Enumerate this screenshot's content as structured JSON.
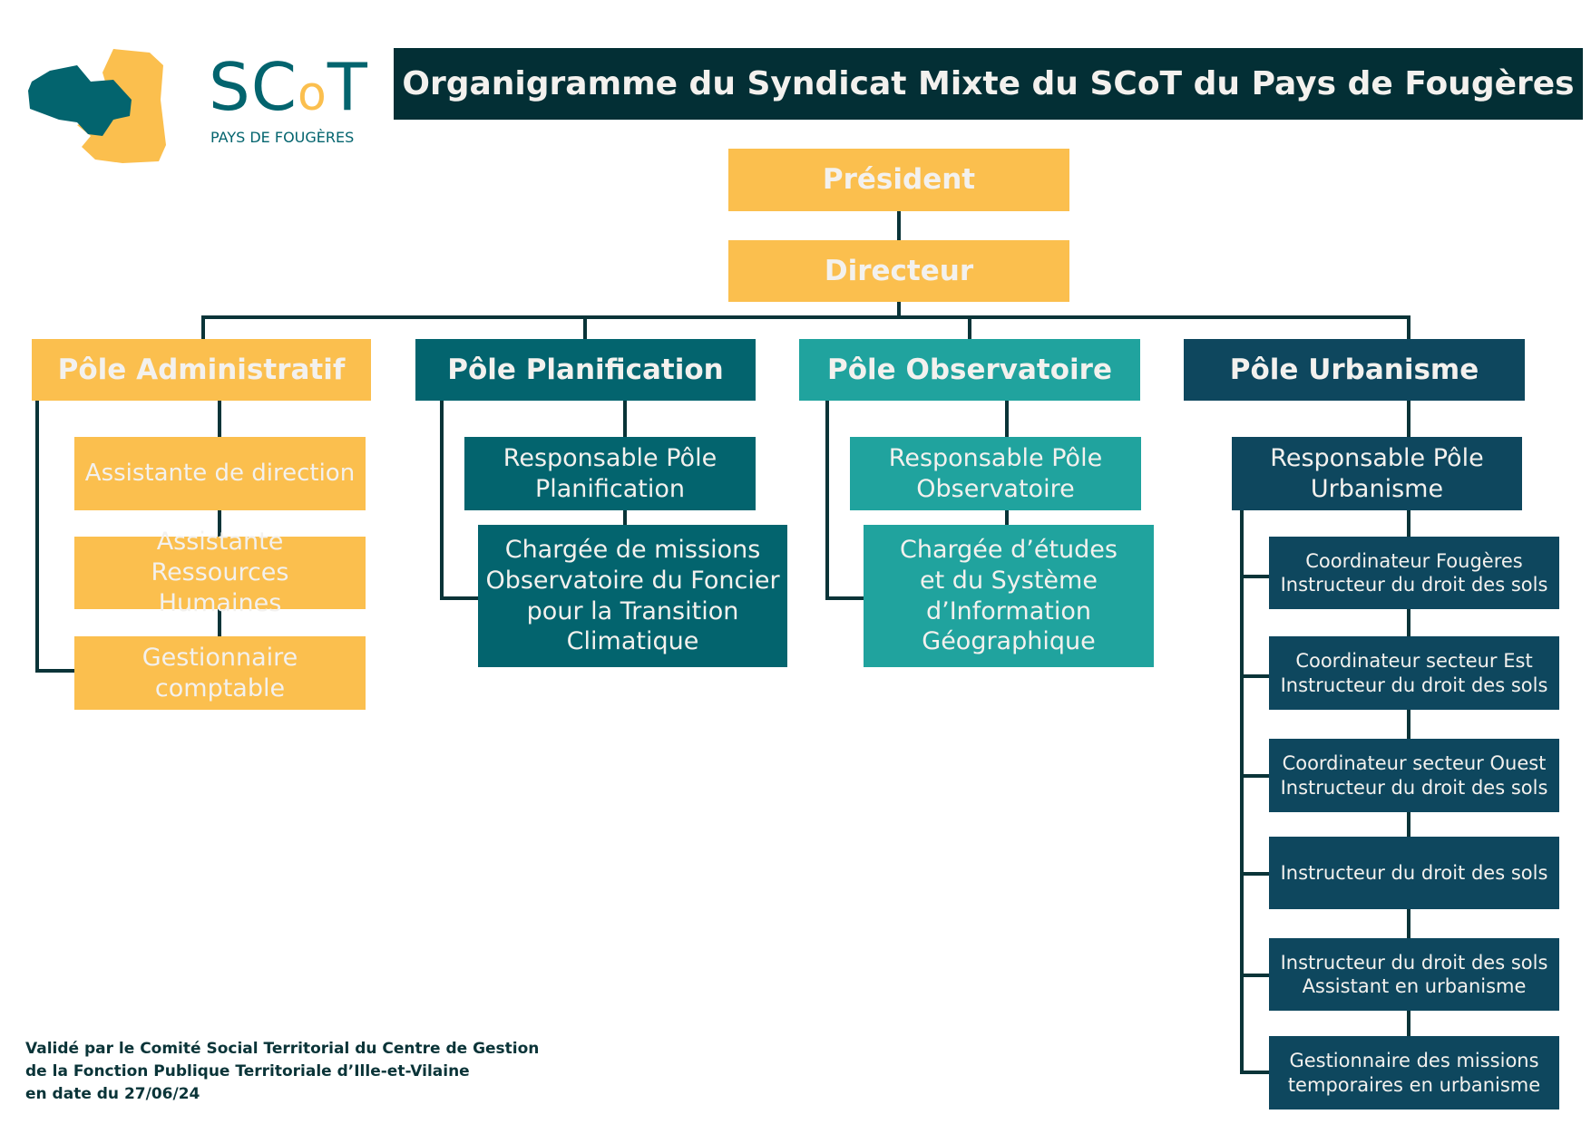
{
  "logo": {
    "name": "SCoT",
    "subtitle": "PAYS DE FOUGÈRES"
  },
  "title": "Organigramme du Syndicat Mixte du SCoT du Pays de Fougères",
  "president": "Président",
  "directeur": "Directeur",
  "poles": [
    {
      "label": "Pôle Administratif",
      "children": [
        "Assistante de direction",
        "Assistante Ressources Humaines",
        "Gestionnaire comptable"
      ]
    },
    {
      "label": "Pôle Planification",
      "children": [
        "Responsable Pôle Planification",
        "Chargée de missions Observatoire du Foncier pour la Transition Climatique"
      ]
    },
    {
      "label": "Pôle Observatoire",
      "children": [
        "Responsable Pôle Observatoire",
        "Chargée d’études et du Système d’Information Géographique"
      ]
    },
    {
      "label": "Pôle Urbanisme",
      "children": [
        "Responsable Pôle Urbanisme",
        "Coordinateur Fougères\nInstructeur du droit des sols",
        "Coordinateur secteur Est\nInstructeur du droit des sols",
        "Coordinateur secteur Ouest\nInstructeur du droit des sols",
        "Instructeur du droit des sols",
        "Instructeur du droit des sols\nAssistant en urbanisme",
        "Gestionnaire des missions\ntemporaires en urbanisme"
      ]
    }
  ],
  "footer": [
    "Validé par le Comité Social Territorial du Centre de Gestion",
    "de la Fonction Publique Territoriale d’Ille-et-Vilaine",
    "en date du 27/06/24"
  ],
  "colors": {
    "yellow": "#fbbf4e",
    "dark_teal": "#03646e",
    "teal": "#20a39e",
    "navy": "#0e475e",
    "header": "#032f35"
  }
}
